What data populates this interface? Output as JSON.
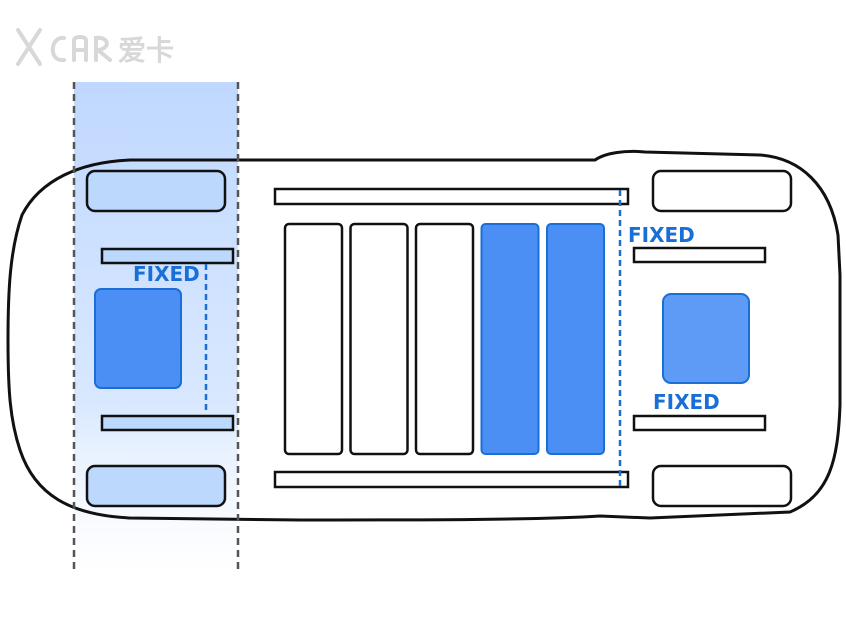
{
  "watermark": {
    "text": "XCAR爱卡"
  },
  "labels": {
    "front_fixed": "FIXED",
    "rear_fixed_top": "FIXED",
    "rear_fixed_bottom": "FIXED"
  },
  "colors": {
    "outline": "#111111",
    "accent_blue": "#1a6fd6",
    "fill_blue_dark": "#4b8ff5",
    "fill_blue_light": "#bcd8fd",
    "zone_top": "#bcd6ff",
    "zone_bottom": "#ffffff",
    "watermark_gray": "#d8d8d8"
  },
  "diagram": {
    "battery_modules": [
      {
        "highlighted": false
      },
      {
        "highlighted": false
      },
      {
        "highlighted": false
      },
      {
        "highlighted": true
      },
      {
        "highlighted": true
      }
    ]
  }
}
